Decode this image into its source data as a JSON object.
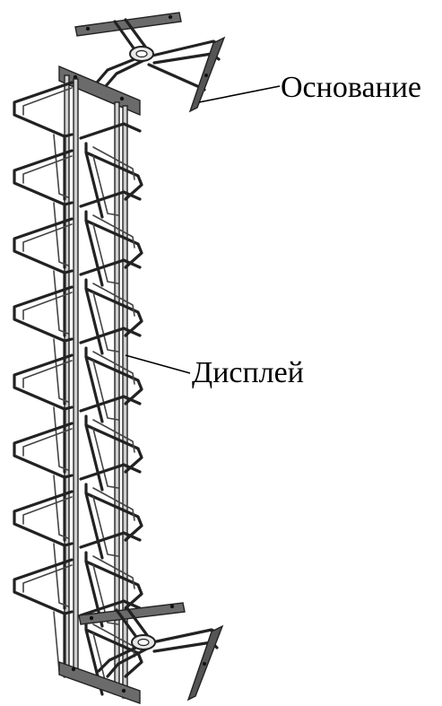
{
  "labels": {
    "base": "Основание",
    "display": "Дисплей"
  },
  "pockets_count": 8,
  "colors": {
    "wire": "#222222",
    "plate": "#6b6b6b",
    "background": "#ffffff"
  }
}
